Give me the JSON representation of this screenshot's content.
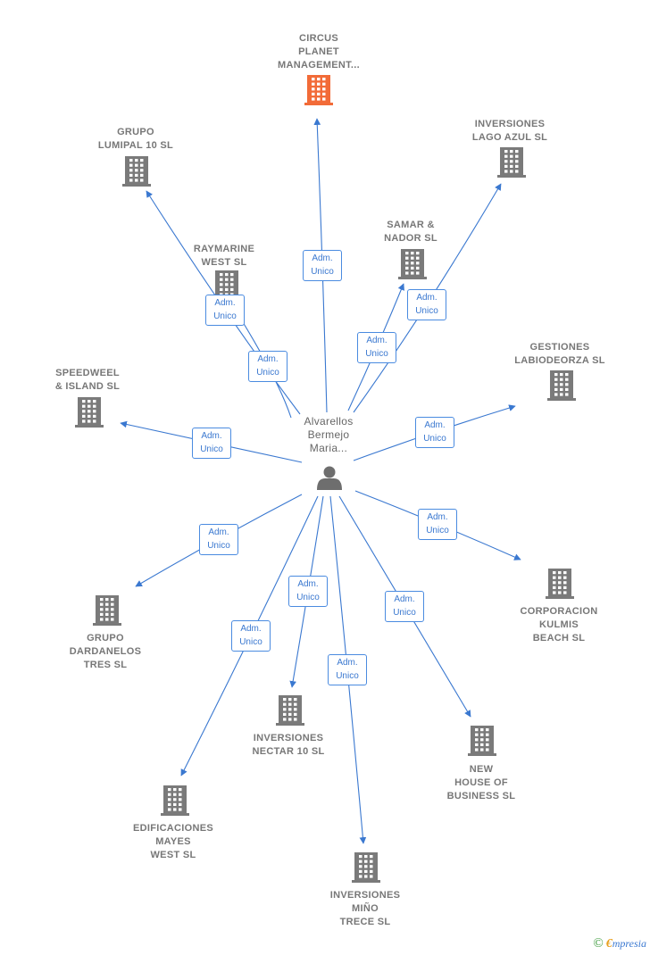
{
  "diagram": {
    "center": {
      "label": "Alvarellos\nBermejo\nMaria..."
    },
    "relation_label": "Adm.\nUnico",
    "companies": [
      {
        "id": "circus",
        "label": "CIRCUS\nPLANET\nMANAGEMENT...",
        "highlight": true
      },
      {
        "id": "lumipal",
        "label": "GRUPO\nLUMIPAL 10 SL"
      },
      {
        "id": "lagoazul",
        "label": "INVERSIONES\nLAGO AZUL SL"
      },
      {
        "id": "raymarine",
        "label": "RAYMARINE\nWEST SL"
      },
      {
        "id": "samar",
        "label": "SAMAR &\nNADOR SL"
      },
      {
        "id": "gestiones",
        "label": "GESTIONES\nLABIODEORZA SL"
      },
      {
        "id": "speedweel",
        "label": "SPEEDWEEL\n& ISLAND SL"
      },
      {
        "id": "corporacion",
        "label": "CORPORACION\nKULMIS\nBEACH SL"
      },
      {
        "id": "dardanelos",
        "label": "GRUPO\nDARDANELOS\nTRES SL"
      },
      {
        "id": "nectar",
        "label": "INVERSIONES\nNECTAR 10 SL"
      },
      {
        "id": "newhouse",
        "label": "NEW\nHOUSE OF\nBUSINESS  SL"
      },
      {
        "id": "mayes",
        "label": "EDIFICACIONES\nMAYES\nWEST SL"
      },
      {
        "id": "mino",
        "label": "INVERSIONES\nMIÑO\nTRECE SL"
      }
    ]
  },
  "colors": {
    "edge": "#3a78d0",
    "building": "#7a7a7a",
    "highlight_building": "#f26b38",
    "person": "#6e6e6e"
  },
  "icons": {
    "company": "building-icon",
    "person": "person-icon",
    "copyright": "copyright-icon"
  },
  "footer": {
    "copyright_symbol": "©",
    "brand_initial": "€",
    "brand_rest": "mpresia"
  }
}
